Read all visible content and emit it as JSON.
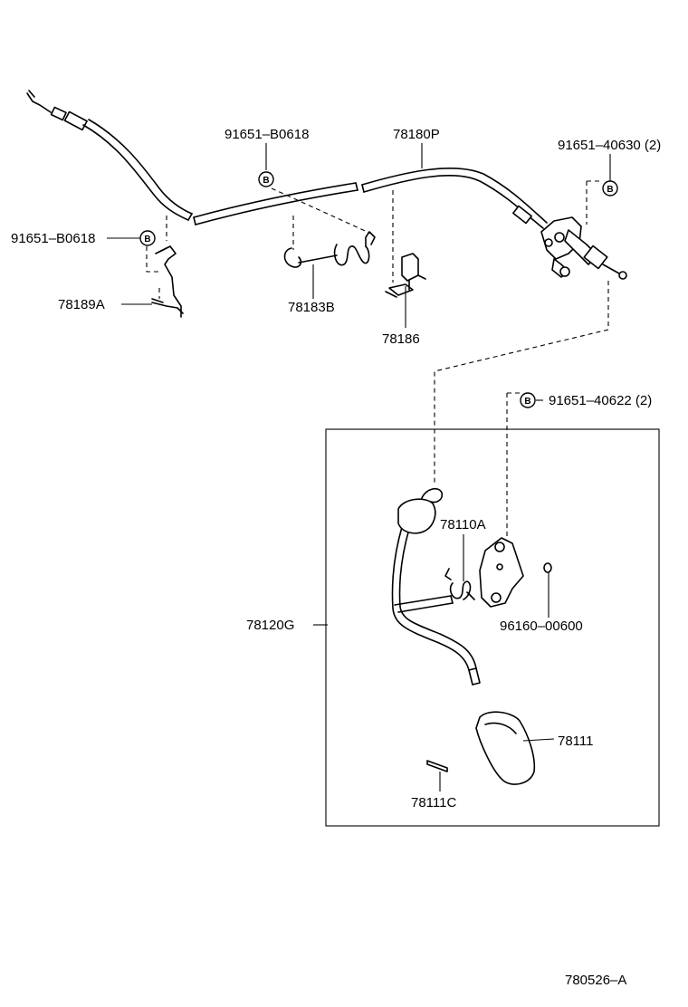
{
  "labels": {
    "p91651_b0618_top": "91651–B0618",
    "p78180p": "78180P",
    "p91651_40630": "91651–40630 (2)",
    "p91651_b0618_left": "91651–B0618",
    "p78189a": "78189A",
    "p78183b": "78183B",
    "p78186": "78186",
    "p91651_40622": "91651–40622 (2)",
    "p78110a": "78110A",
    "p78120g": "78120G",
    "p96160_00600": "96160–00600",
    "p78111": "78111",
    "p78111c": "78111C",
    "diagram_id": "780526–A"
  },
  "badge_letter": "B"
}
